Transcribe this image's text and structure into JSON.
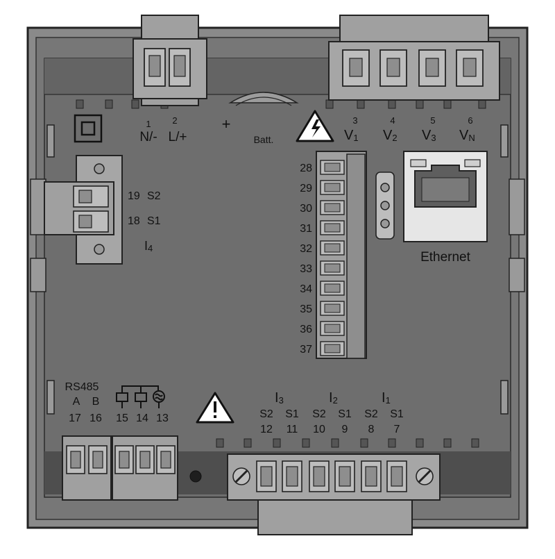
{
  "top_labels": {
    "n_num": "1",
    "n_label": "N/-",
    "l_num": "2",
    "l_label": "L/+",
    "plus": "+",
    "batt": "Batt.",
    "v1_num": "3",
    "v1_main": "V",
    "v1_sub": "1",
    "v2_num": "4",
    "v2_main": "V",
    "v2_sub": "2",
    "v3_num": "5",
    "v3_main": "V",
    "v3_sub": "3",
    "vn_num": "6",
    "vn_main": "V",
    "vn_sub": "N"
  },
  "i4": {
    "t19": "19",
    "s2": "S2",
    "t18": "18",
    "s1": "S1",
    "main": "I",
    "sub": "4"
  },
  "digital_terminals": [
    "28",
    "29",
    "30",
    "31",
    "32",
    "33",
    "34",
    "35",
    "36",
    "37"
  ],
  "ethernet_label": "Ethernet",
  "rs485": {
    "title": "RS485",
    "a": "A",
    "b": "B",
    "t17": "17",
    "t16": "16",
    "t15": "15",
    "t14": "14",
    "t13": "13"
  },
  "current_inputs": {
    "i3_main": "I",
    "i3_sub": "3",
    "i2_main": "I",
    "i2_sub": "2",
    "i1_main": "I",
    "i1_sub": "1",
    "s_labels": [
      "S2",
      "S1",
      "S2",
      "S1",
      "S2",
      "S1"
    ],
    "numbers": [
      "12",
      "11",
      "10",
      "9",
      "8",
      "7"
    ]
  },
  "colors": {
    "housing": "#7b7b7b",
    "panel": "#6a6a6a",
    "connector": "#9c9c9c",
    "outline": "#222222"
  }
}
